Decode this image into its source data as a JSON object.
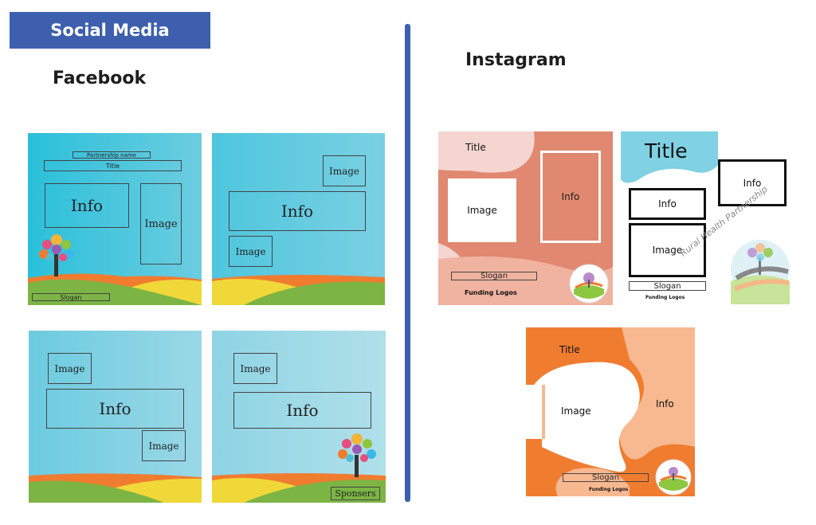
{
  "header": {
    "title": "Social Media"
  },
  "facebook": {
    "heading": "Facebook",
    "card1": {
      "partnership": "Partnership name",
      "title": "Title",
      "info": "Info",
      "image": "Image",
      "slogan": "Slogan"
    },
    "card2": {
      "image_top": "Image",
      "info": "Info",
      "image_bottom": "Image"
    },
    "card3": {
      "image_top": "Image",
      "info": "Info",
      "image_bottom": "Image"
    },
    "card4": {
      "image": "Image",
      "info": "Info",
      "sponsors": "Sponsers"
    }
  },
  "instagram": {
    "heading": "Instagram",
    "post1": {
      "title": "Title",
      "image": "Image",
      "info": "Info",
      "slogan": "Slogan",
      "funding": "Funding Logos"
    },
    "post2": {
      "title": "Title",
      "info_left": "Info",
      "info_right": "Info",
      "image": "Image",
      "slogan": "Slogan",
      "funding": "Funding Logos"
    },
    "post3": {
      "title": "Title",
      "image": "Image",
      "info": "Info",
      "slogan": "Slogan",
      "funding": "Funding Logos"
    },
    "logo_text": "Rural Health Partnership"
  },
  "colors": {
    "brand_blue": "#3d5fad",
    "sky": "#5cc3dc",
    "coral": "#e08870",
    "orange": "#f07c30"
  }
}
